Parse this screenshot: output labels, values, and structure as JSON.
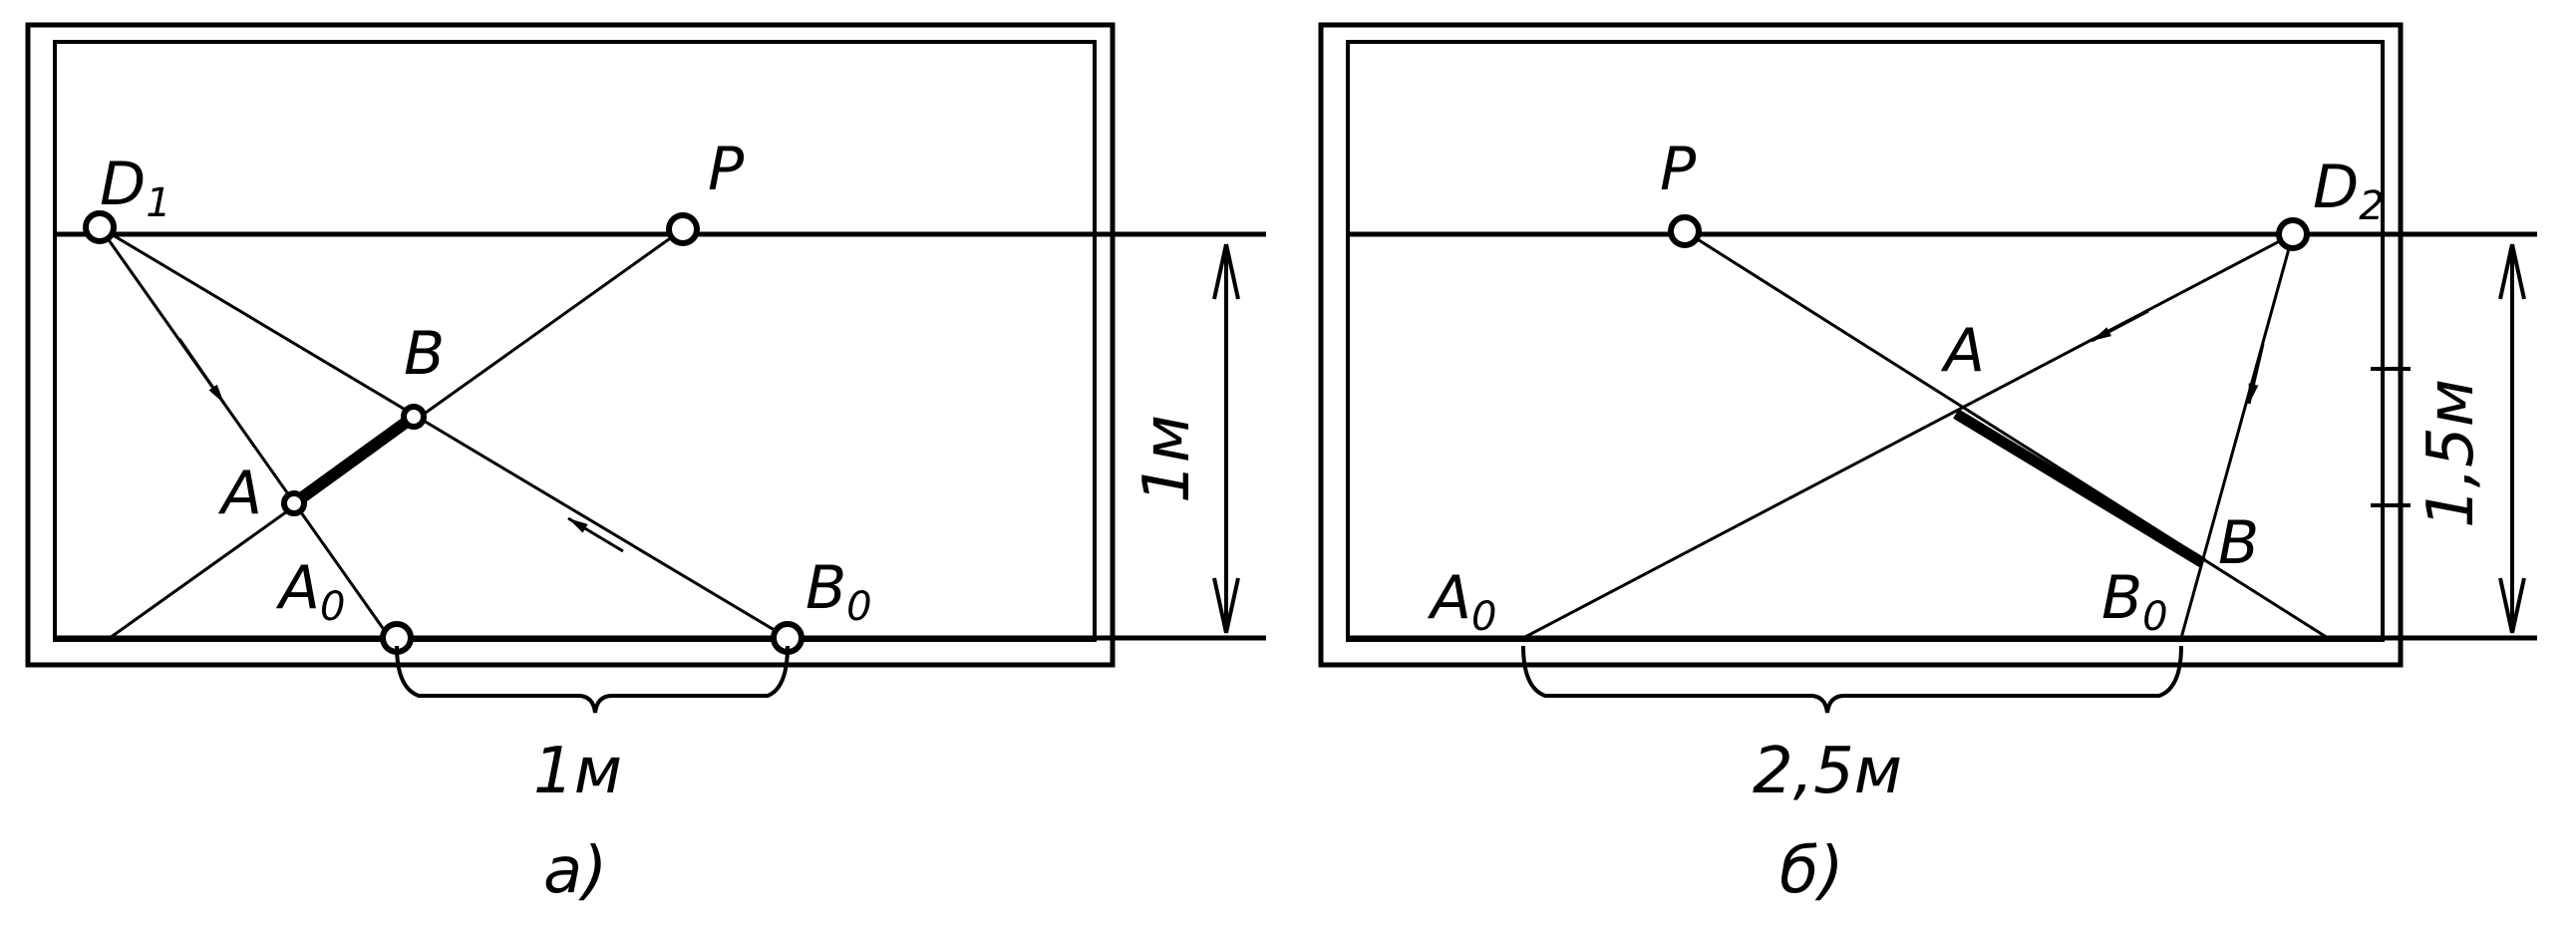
{
  "diagram_a": {
    "labels": {
      "d": "D",
      "d_sub": "1",
      "p": "P",
      "b": "B",
      "a": "A",
      "a0": "A",
      "a0_sub": "0",
      "b0": "B",
      "b0_sub": "0"
    },
    "height_dim": "1м",
    "width_dim": "1м",
    "caption": "а)"
  },
  "diagram_b": {
    "labels": {
      "p": "P",
      "d": "D",
      "d_sub": "2",
      "a": "A",
      "b": "B",
      "a0": "A",
      "a0_sub": "0",
      "b0": "B",
      "b0_sub": "0"
    },
    "height_dim": "1,5м",
    "width_dim": "2,5м",
    "caption": "б)"
  },
  "colors": {
    "ink": "#000000",
    "paper": "#ffffff"
  }
}
